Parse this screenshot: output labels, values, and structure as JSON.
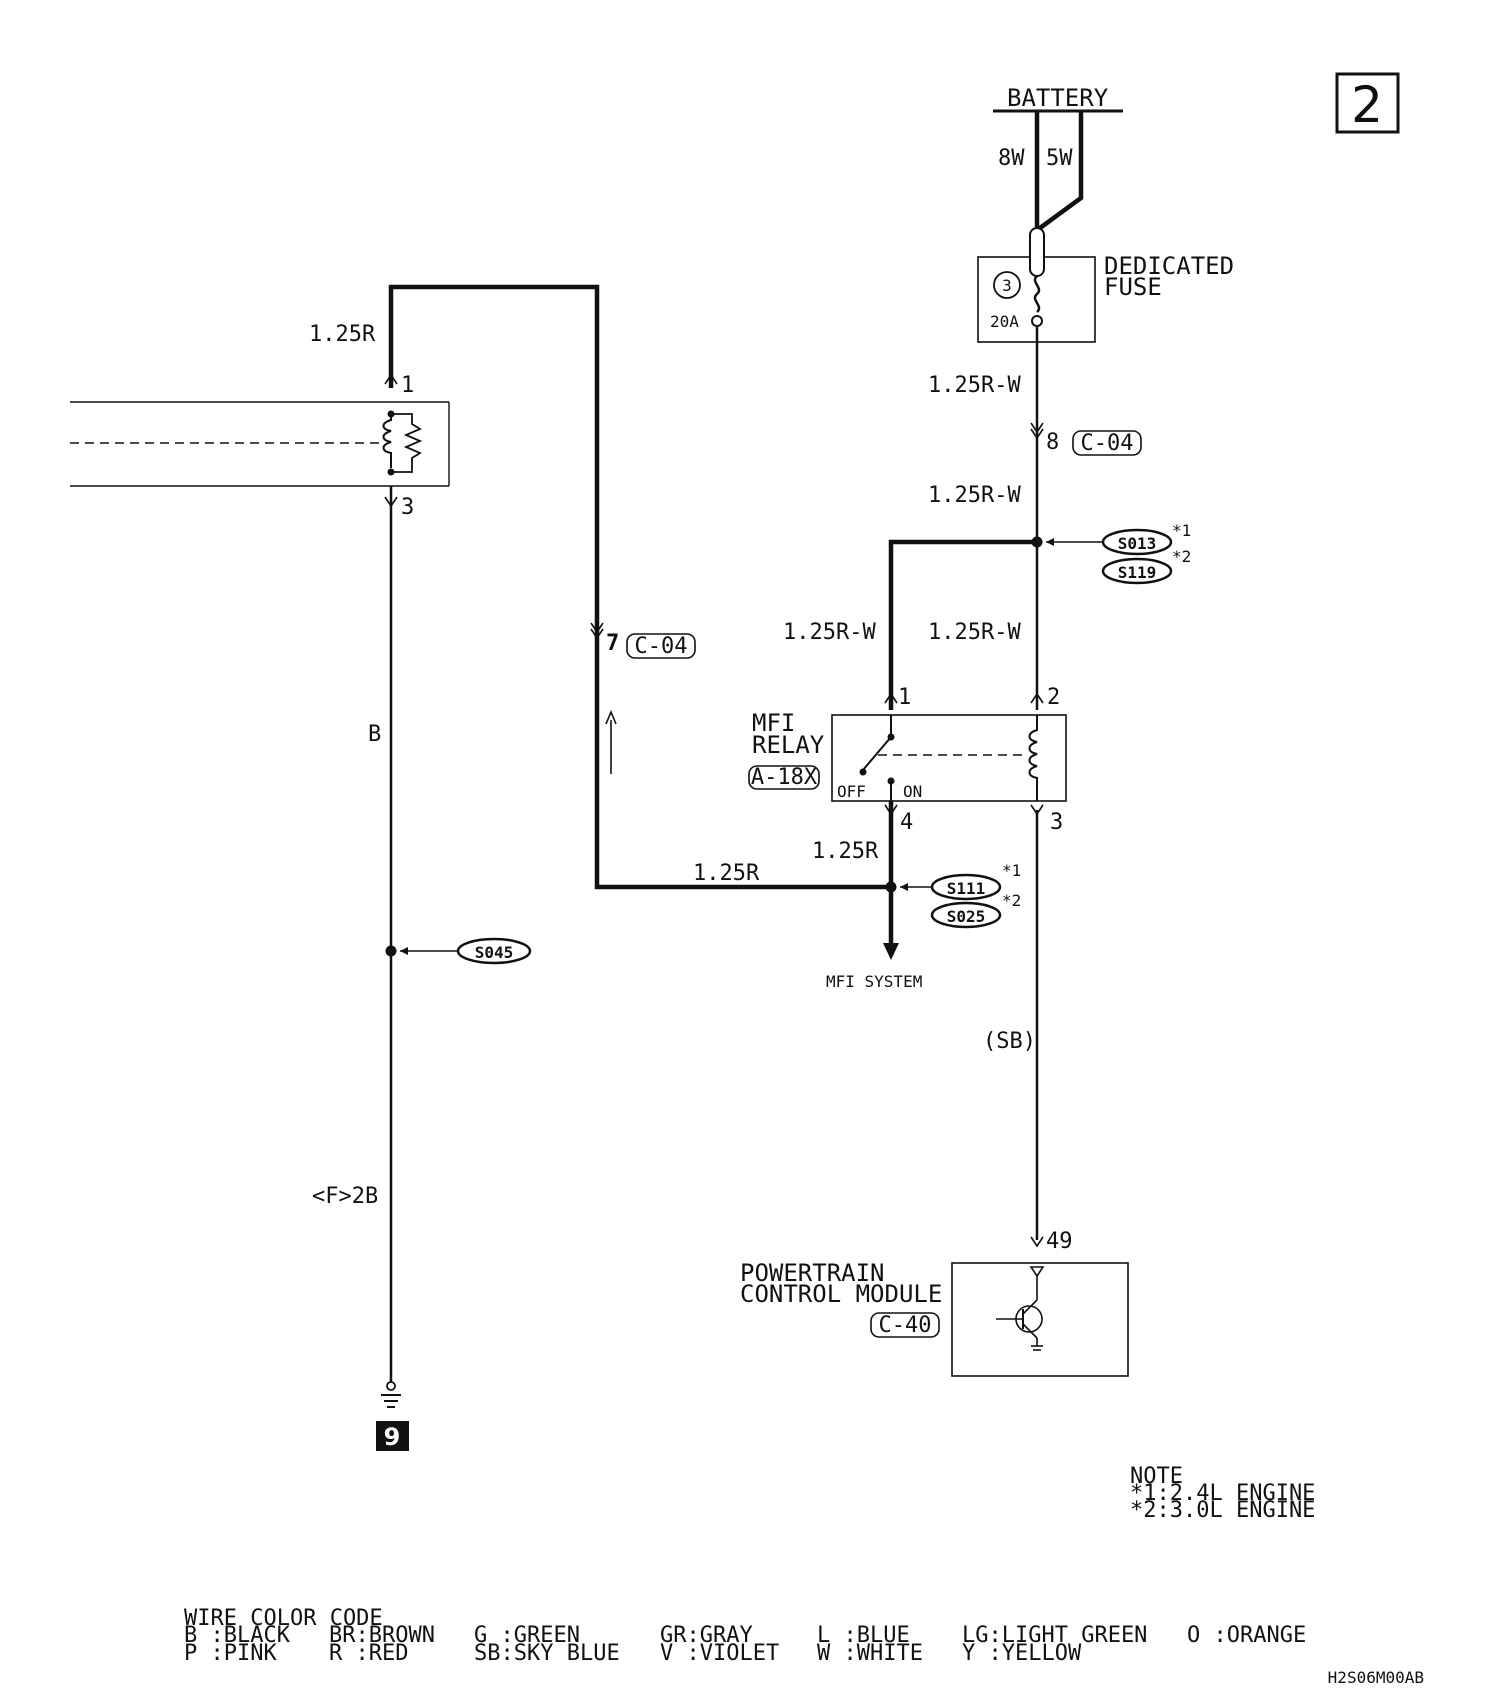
{
  "page_number": "2",
  "battery": {
    "label": "BATTERY",
    "left_wire": "8W",
    "right_wire": "5W"
  },
  "fuse": {
    "title_line1": "DEDICATED",
    "title_line2": "FUSE",
    "number": "3",
    "rating": "20A"
  },
  "wires": {
    "fuse_to_c04": "1.25R-W",
    "c04_to_splice": "1.25R-W",
    "relay_pin1": "1.25R-W",
    "relay_pin2": "1.25R-W",
    "relay_out": "1.25R",
    "mfi_branch": "1.25R",
    "left_top": "1.25R",
    "left_black": "B",
    "left_bottom": "<F>2B",
    "pcm_feed": "(SB)"
  },
  "connectors": {
    "c04_top": {
      "pin": "8",
      "name": "C-04"
    },
    "c04_left": {
      "pin": "7",
      "name": "C-04"
    }
  },
  "splices": {
    "s013": "S013",
    "s013_note": "*1",
    "s119": "S119",
    "s119_note": "*2",
    "s111": "S111",
    "s111_note": "*1",
    "s025": "S025",
    "s025_note": "*2",
    "s045": "S045"
  },
  "relay": {
    "title_line1": "MFI",
    "title_line2": "RELAY",
    "connector": "A-18X",
    "off_label": "OFF",
    "on_label": "ON",
    "pins": [
      "1",
      "2",
      "4",
      "3"
    ]
  },
  "left_component": {
    "pins": [
      "1",
      "3"
    ]
  },
  "mfi_system": "MFI SYSTEM",
  "pcm": {
    "title_line1": "POWERTRAIN",
    "title_line2": "CONTROL MODULE",
    "connector": "C-40",
    "pin": "49"
  },
  "ground": {
    "number": "9"
  },
  "note": {
    "title": "NOTE",
    "line1": "*1:2.4L ENGINE",
    "line2": "*2:3.0L ENGINE"
  },
  "wire_color_code": {
    "title": "WIRE COLOR CODE",
    "row1": [
      "B :BLACK",
      "BR:BROWN",
      "G :GREEN",
      "GR:GRAY",
      "L :BLUE",
      "LG:LIGHT GREEN",
      "O :ORANGE"
    ],
    "row2": [
      "P :PINK",
      "R :RED",
      "SB:SKY BLUE",
      "V :VIOLET",
      "W :WHITE",
      "Y :YELLOW"
    ]
  },
  "figure_code": "H2S06M00AB"
}
